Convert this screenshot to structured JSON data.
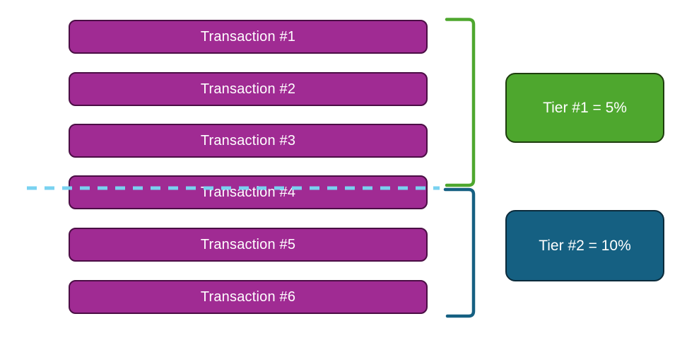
{
  "transactions": [
    {
      "label": "Transaction #1"
    },
    {
      "label": "Transaction #2"
    },
    {
      "label": "Transaction #3"
    },
    {
      "label": "Transaction #4"
    },
    {
      "label": "Transaction #5"
    },
    {
      "label": "Transaction #6"
    }
  ],
  "tiers": [
    {
      "label": "Tier #1 = 5%"
    },
    {
      "label": "Tier #2 = 10%"
    }
  ],
  "colors": {
    "transaction_fill": "#A02B93",
    "transaction_border": "#4B0E45",
    "tier1_fill": "#4EA72E",
    "tier1_border": "#1E3D0E",
    "tier2_fill": "#156082",
    "tier2_border": "#0B2B3B",
    "dashed_line": "#79D2F0"
  }
}
